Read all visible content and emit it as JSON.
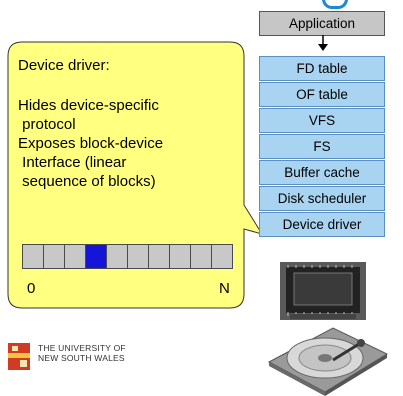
{
  "callout": {
    "title": "Device driver:",
    "body_lines": [
      "Hides device-specific",
      " protocol",
      "Exposes block-device",
      " Interface (linear",
      " sequence of blocks)"
    ],
    "block_count": 10,
    "selected_block_index": 3,
    "label_start": "0",
    "label_end": "N"
  },
  "stack": {
    "top_layer": "Application",
    "layers": [
      "FD table",
      "OF table",
      "VFS",
      "FS",
      "Buffer cache",
      "Disk scheduler",
      "Device driver"
    ]
  },
  "logo": {
    "line1": "THE UNIVERSITY OF",
    "line2": "NEW SOUTH WALES"
  },
  "colors": {
    "callout_fill": "#ffff80",
    "layer_fill": "#a8d4f2",
    "top_layer_fill": "#c6c6c6",
    "selected_block": "#1515d8",
    "block_fill": "#c8c8c8"
  }
}
